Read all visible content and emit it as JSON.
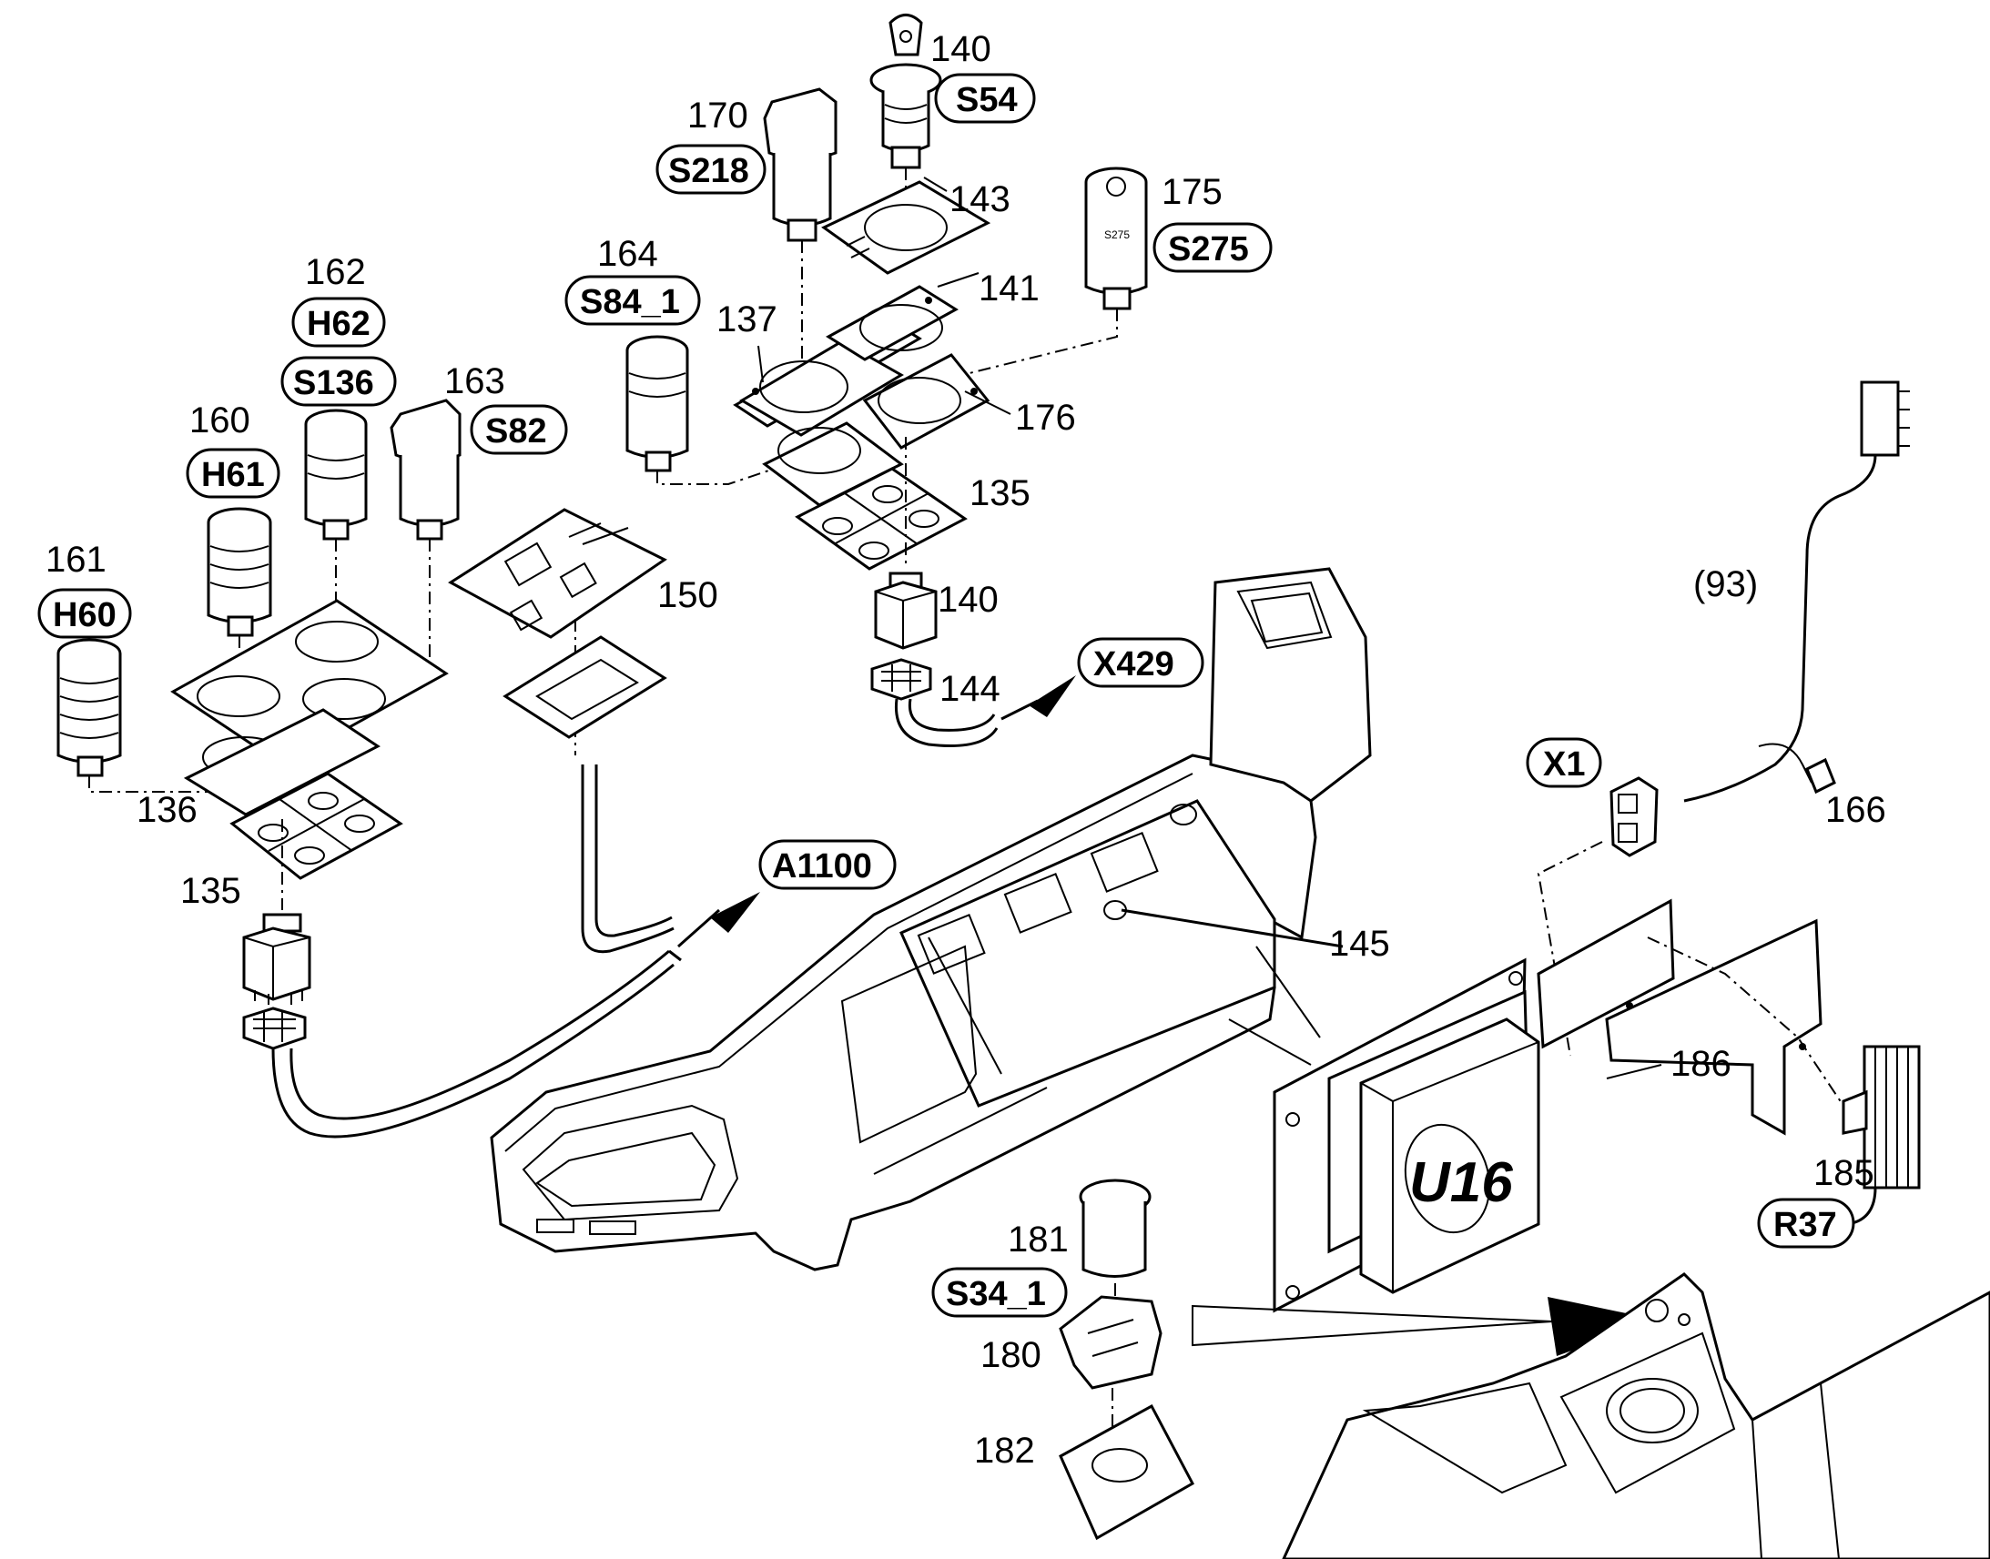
{
  "part_numbers": {
    "p135a": "135",
    "p135b": "135",
    "p136": "136",
    "p137": "137",
    "p140a": "140",
    "p140b": "140",
    "p141": "141",
    "p143": "143",
    "p144": "144",
    "p145": "145",
    "p150": "150",
    "p160": "160",
    "p161": "161",
    "p162": "162",
    "p163": "163",
    "p164": "164",
    "p166": "166",
    "p170": "170",
    "p175": "175",
    "p176": "176",
    "p180": "180",
    "p181": "181",
    "p182": "182",
    "p185": "185",
    "p186": "186",
    "p93": "(93)"
  },
  "references": {
    "H60": "H60",
    "H61": "H61",
    "H62": "H62",
    "S136": "S136",
    "S82": "S82",
    "S84_1": "S84_1",
    "S218": "S218",
    "S54": "S54",
    "S275": "S275",
    "X429": "X429",
    "A1100": "A1100",
    "X1": "X1",
    "R37": "R37",
    "S34_1": "S34_1"
  },
  "module_label": "U16",
  "part_marking": "S275"
}
